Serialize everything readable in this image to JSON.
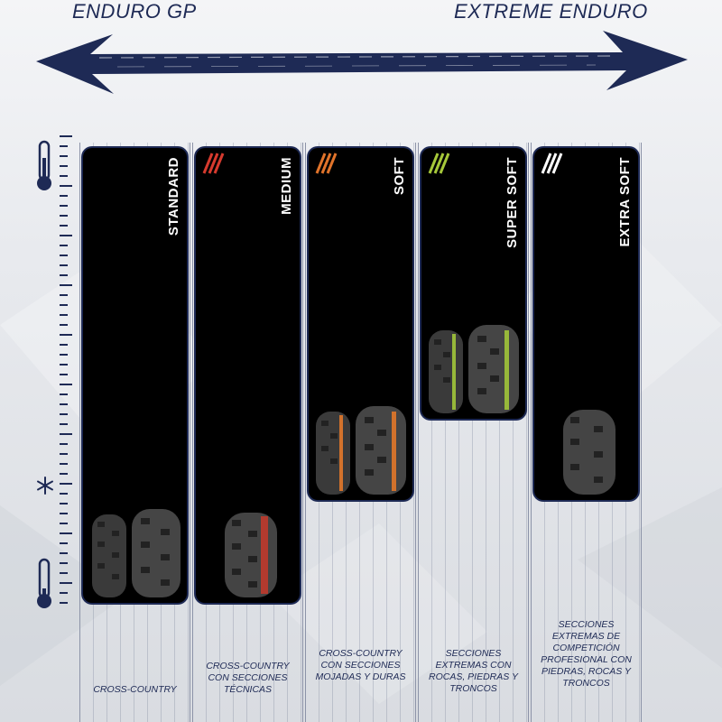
{
  "header": {
    "left_label": "ENDURO GP",
    "right_label": "EXTREME ENDURO"
  },
  "colors": {
    "navy": "#1e2a55",
    "card_bg": "#000000",
    "stripe_medium": "#d63a2e",
    "stripe_soft": "#e0732a",
    "stripe_supersoft": "#a6c83a",
    "stripe_extrasoft": "#ffffff"
  },
  "scale": {
    "top_icon": "thermometer-icon",
    "middle_icon": "snowflake-icon",
    "bottom_icon": "thermometer-icon"
  },
  "compounds": [
    {
      "name": "STANDARD",
      "stripe": "none",
      "description": "CROSS-COUNTRY"
    },
    {
      "name": "MEDIUM",
      "stripe": "red",
      "description": "CROSS-COUNTRY CON SECCIONES TÉCNICAS"
    },
    {
      "name": "SOFT",
      "stripe": "orange",
      "description": "CROSS-COUNTRY CON SECCIONES MOJADAS Y DURAS"
    },
    {
      "name": "SUPER SOFT",
      "stripe": "green",
      "description": "SECCIONES EXTREMAS CON ROCAS, PIEDRAS Y TRONCOS"
    },
    {
      "name": "EXTRA SOFT",
      "stripe": "white",
      "description": "SECCIONES EXTREMAS DE COMPETICIÓN PROFESIONAL CON PIEDRAS, ROCAS Y TRONCOS"
    }
  ]
}
